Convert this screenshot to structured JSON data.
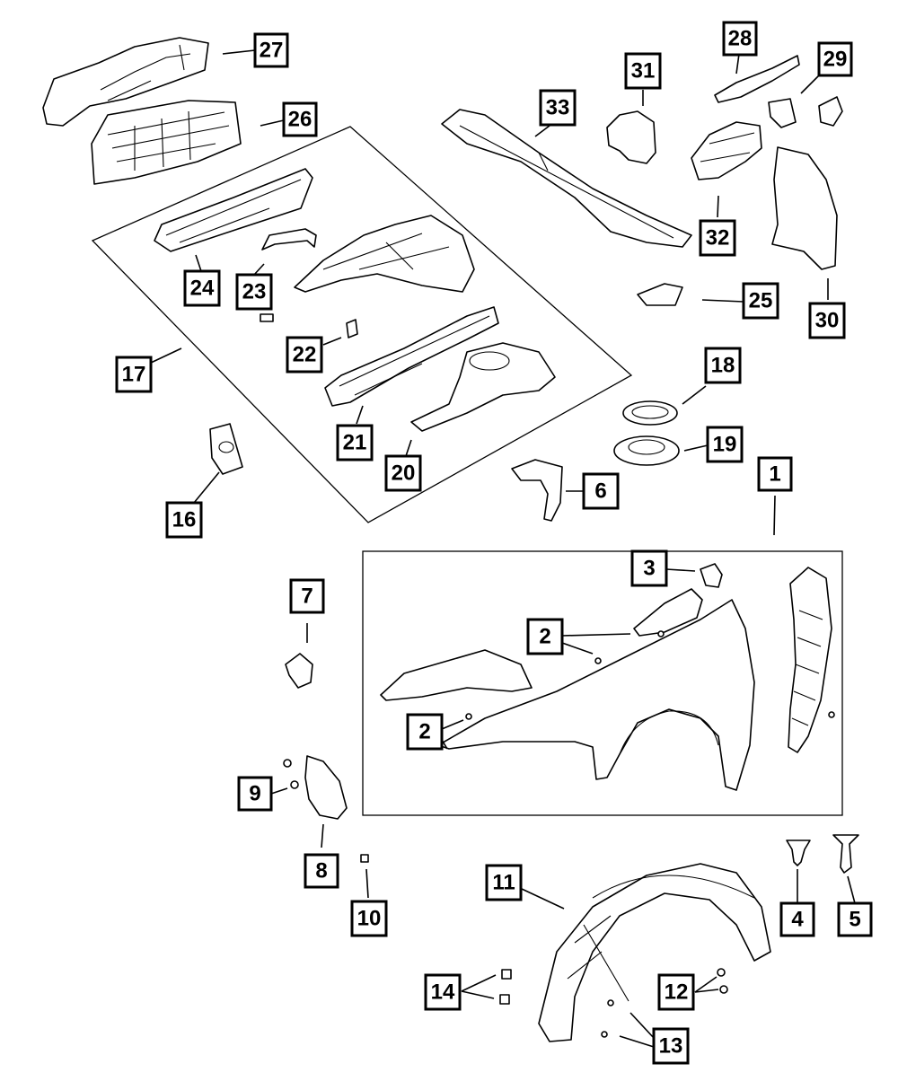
{
  "callouts": {
    "c1": "1",
    "c2a": "2",
    "c2b": "2",
    "c3": "3",
    "c4": "4",
    "c5": "5",
    "c6": "6",
    "c7": "7",
    "c8": "8",
    "c9": "9",
    "c10": "10",
    "c11": "11",
    "c12": "12",
    "c13": "13",
    "c14": "14",
    "c16": "16",
    "c17": "17",
    "c18": "18",
    "c19": "19",
    "c20": "20",
    "c21": "21",
    "c22": "22",
    "c23": "23",
    "c24": "24",
    "c25": "25",
    "c26": "26",
    "c27": "27",
    "c28": "28",
    "c29": "29",
    "c30": "30",
    "c31": "31",
    "c32": "32",
    "c33": "33"
  }
}
